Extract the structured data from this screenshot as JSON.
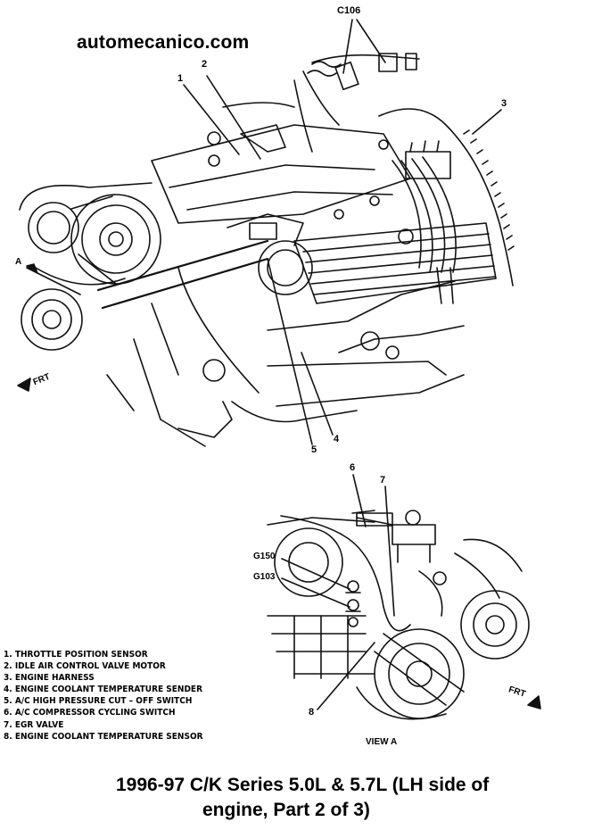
{
  "site": {
    "watermark": "automecanico.com"
  },
  "callouts": {
    "c1": "1",
    "c2": "2",
    "c3": "3",
    "c4": "4",
    "c5": "5",
    "c6": "6",
    "c7": "7",
    "c8": "8",
    "c106": "C106",
    "g150": "G150",
    "g103": "G103"
  },
  "markers": {
    "frt_main": "FRT",
    "frt_view": "FRT",
    "a_marker": "A",
    "view_label": "VIEW  A"
  },
  "legend": [
    "1. THROTTLE POSITION SENSOR",
    "2. IDLE AIR CONTROL VALVE MOTOR",
    "3. ENGINE HARNESS",
    "4. ENGINE COOLANT TEMPERATURE SENDER",
    "5. A/C HIGH PRESSURE CUT – OFF SWITCH",
    "6. A/C COMPRESSOR CYCLING SWITCH",
    "7. EGR VALVE",
    "8. ENGINE COOLANT TEMPERATURE SENSOR"
  ],
  "caption": {
    "line1": "1996-97 C/K Series 5.0L & 5.7L (LH side of",
    "line2": "engine, Part 2 of 3)"
  }
}
